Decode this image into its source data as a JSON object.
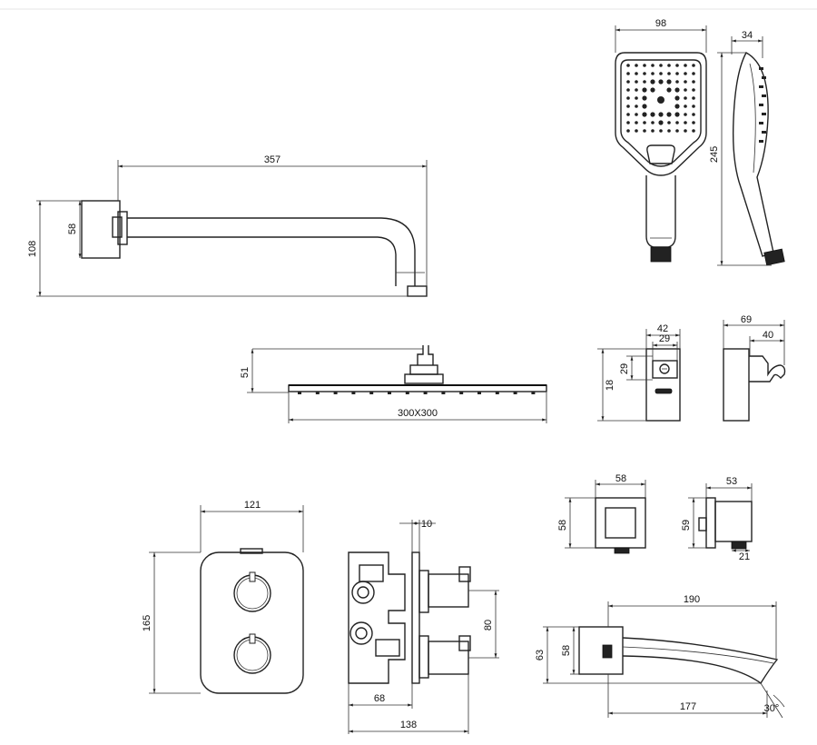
{
  "dimensions": {
    "arm_length": "357",
    "arm_flange_height": "58",
    "arm_total_height": "108",
    "head_depth": "51",
    "head_size": "300X300",
    "hand_width": "98",
    "hand_depth": "34",
    "hand_length": "245",
    "holder_width": "42",
    "holder_inner_width": "29",
    "holder_inner_height": "29",
    "holder_height": "18",
    "holder_side_width": "69",
    "holder_side_depth": "40",
    "valve_width": "121",
    "valve_height": "165",
    "body_flange": "10",
    "body_center": "80",
    "body_depth_inner": "68",
    "body_depth_total": "138",
    "outlet_width": "58",
    "outlet_height": "58",
    "outlet_side_width": "53",
    "outlet_side_height": "59",
    "outlet_thread": "21",
    "spout_length": "190",
    "spout_height_total": "63",
    "spout_flange_height": "58",
    "spout_projection": "177",
    "spout_angle": "30°"
  }
}
